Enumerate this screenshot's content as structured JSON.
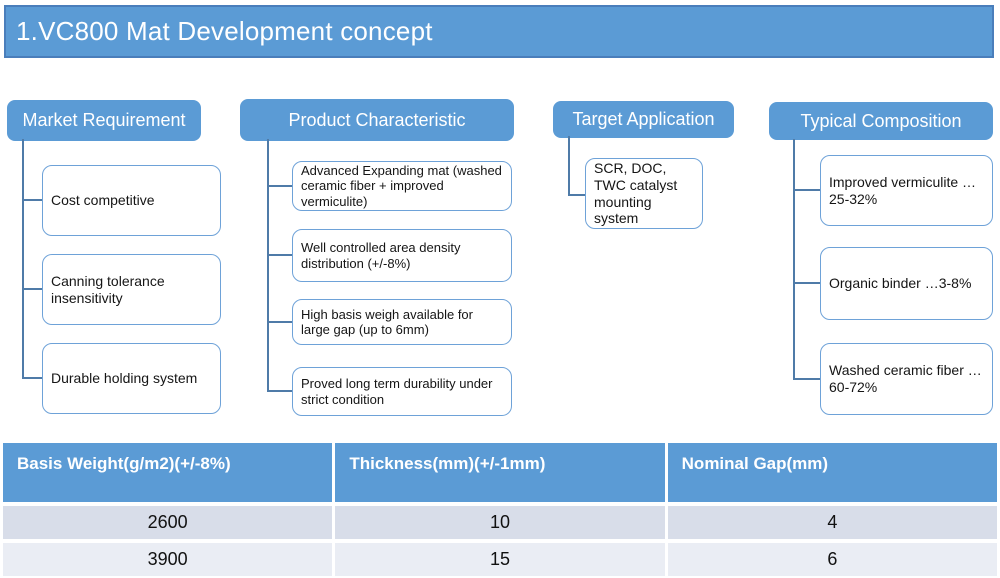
{
  "slide": {
    "title": "1.VC800 Mat Development concept"
  },
  "diagram": {
    "columns": [
      {
        "header": "Market Requirement",
        "items": [
          "Cost competitive",
          "Canning tolerance insensitivity",
          "Durable holding system"
        ]
      },
      {
        "header": "Product Characteristic",
        "items": [
          "Advanced Expanding mat (washed ceramic fiber + improved vermiculite)",
          "Well controlled area density distribution (+/-8%)",
          "High basis weigh available for large gap (up to 6mm)",
          "Proved long term durability under strict condition"
        ]
      },
      {
        "header": "Target Application",
        "items": [
          "SCR, DOC, TWC catalyst mounting system"
        ]
      },
      {
        "header": "Typical Composition",
        "items": [
          "Improved vermiculite …25-32%",
          "Organic binder …3-8%",
          "Washed ceramic fiber …60-72%"
        ]
      }
    ]
  },
  "table": {
    "headers": [
      "Basis Weight(g/m2)(+/-8%)",
      "Thickness(mm)(+/-1mm)",
      "Nominal Gap(mm)"
    ],
    "rows": [
      [
        "2600",
        "10",
        "4"
      ],
      [
        "3900",
        "15",
        "6"
      ]
    ]
  },
  "colors": {
    "accent_blue": "#5b9bd5",
    "banner_border": "#4a7ebb",
    "node_border": "#6ea2d8",
    "connector": "#4f7ba8",
    "table_row_odd": "#d8dde9",
    "table_row_even": "#eaedf4"
  }
}
